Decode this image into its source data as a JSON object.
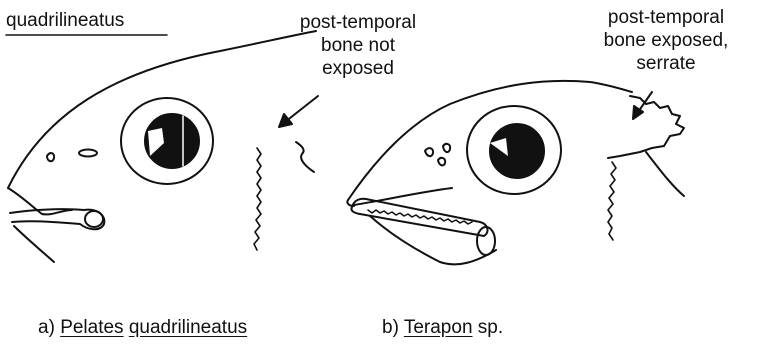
{
  "top_left_label": "quadrilineatus",
  "annotation_a": {
    "line1": "post-temporal",
    "line2": "bone not",
    "line3": "exposed"
  },
  "annotation_b": {
    "line1": "post-temporal",
    "line2": "bone exposed,",
    "line3": "serrate"
  },
  "caption_a": {
    "prefix": "a)",
    "genus": "Pelates",
    "species": "quadrilineatus"
  },
  "caption_b": {
    "prefix": "b)",
    "genus": "Terapon",
    "suffix": "sp."
  }
}
